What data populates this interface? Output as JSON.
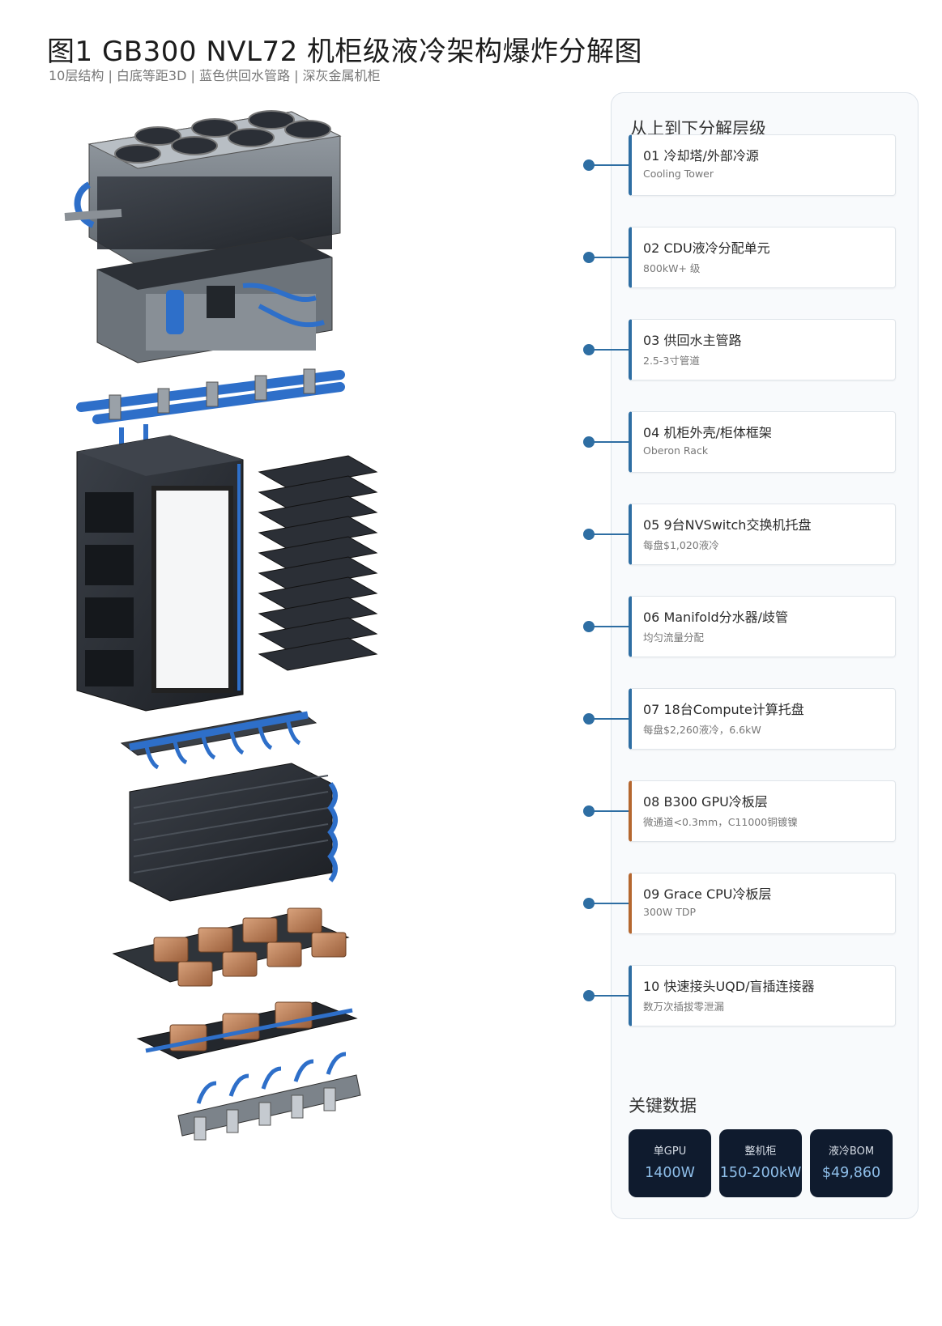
{
  "header": {
    "title": "图1  GB300 NVL72 机柜级液冷架构爆炸分解图",
    "subtitle": "10层结构 | 白底等距3D | 蓝色供回水管路 | 深灰金属机柜"
  },
  "panel": {
    "heading": "从上到下分解层级",
    "layers": [
      {
        "title": "01 冷却塔/外部冷源",
        "sub": "Cooling Tower",
        "accent": "#2e6ea3"
      },
      {
        "title": "02 CDU液冷分配单元",
        "sub": "800kW+ 级",
        "accent": "#2e6ea3"
      },
      {
        "title": "03 供回水主管路",
        "sub": "2.5-3寸管道",
        "accent": "#2e6ea3"
      },
      {
        "title": "04 机柜外壳/柜体框架",
        "sub": "Oberon Rack",
        "accent": "#2e6ea3"
      },
      {
        "title": "05 9台NVSwitch交换机托盘",
        "sub": "每盘$1,020液冷",
        "accent": "#2e6ea3"
      },
      {
        "title": "06 Manifold分水器/歧管",
        "sub": "均匀流量分配",
        "accent": "#2e6ea3"
      },
      {
        "title": "07 18台Compute计算托盘",
        "sub": "每盘$2,260液冷，6.6kW",
        "accent": "#2e6ea3"
      },
      {
        "title": "08 B300 GPU冷板层",
        "sub": "微通道<0.3mm，C11000铜镀镍",
        "accent": "#b5672f"
      },
      {
        "title": "09 Grace CPU冷板层",
        "sub": "300W TDP",
        "accent": "#b5672f"
      },
      {
        "title": "10 快速接头UQD/盲插连接器",
        "sub": "数万次插拔零泄漏",
        "accent": "#2e6ea3"
      }
    ]
  },
  "key_data": {
    "heading": "关键数据",
    "stats": [
      {
        "label": "单GPU",
        "value": "1400W"
      },
      {
        "label": "整机柜",
        "value": "150-200kW"
      },
      {
        "label": "液冷BOM",
        "value": "$49,860"
      }
    ]
  },
  "colors": {
    "pipe_blue": "#2e6fc9",
    "rack_gray": "#2b2f36",
    "copper": "#b87a52",
    "accent": "#2e6ea3",
    "stat_bg": "#0f1b2e"
  }
}
